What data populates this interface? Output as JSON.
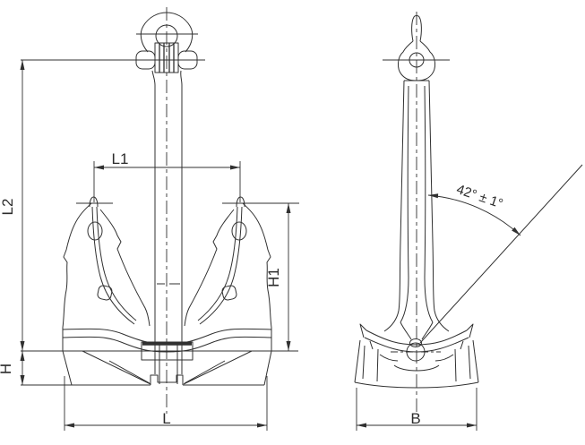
{
  "drawing_type": "anchor-two-view-technical-drawing",
  "colors": {
    "background": "#ffffff",
    "line": "#303030",
    "text": "#2b2b2b"
  },
  "labels": {
    "l1": "L1",
    "l2": "L2",
    "h1": "H1",
    "h": "H",
    "l": "L",
    "b": "B",
    "angle": "42° ± 1°"
  }
}
